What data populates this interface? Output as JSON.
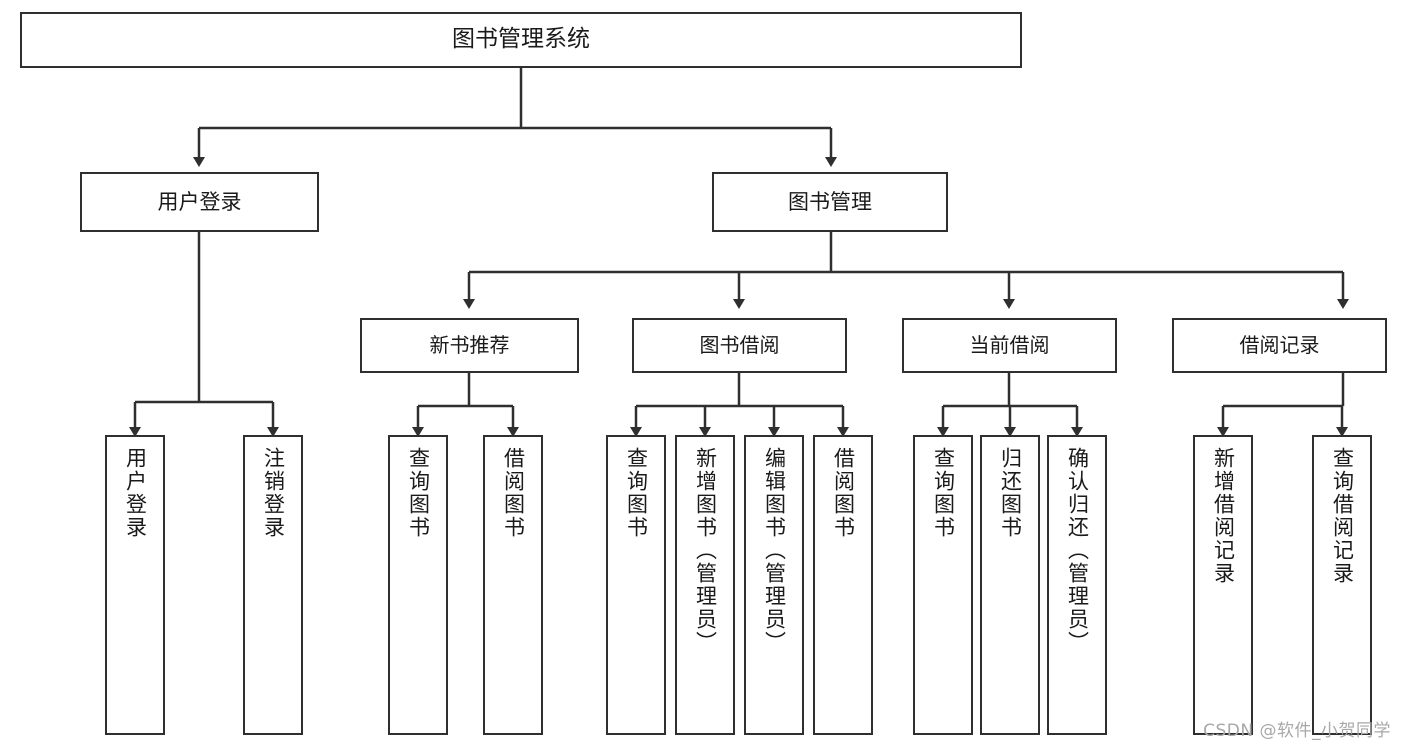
{
  "diagram": {
    "type": "tree",
    "title": "图书管理系统",
    "root": {
      "id": "root",
      "label": "图书管理系统"
    },
    "level2": [
      {
        "id": "user-login",
        "label": "用户登录"
      },
      {
        "id": "book-manage",
        "label": "图书管理"
      }
    ],
    "level3": [
      {
        "id": "new-book-recommend",
        "label": "新书推荐",
        "parent": "book-manage"
      },
      {
        "id": "book-borrow",
        "label": "图书借阅",
        "parent": "book-manage"
      },
      {
        "id": "current-borrow",
        "label": "当前借阅",
        "parent": "book-manage"
      },
      {
        "id": "borrow-record",
        "label": "借阅记录",
        "parent": "book-manage"
      }
    ],
    "leaves": {
      "user_login": [
        {
          "id": "leaf-user-login",
          "label": "用户登录"
        },
        {
          "id": "leaf-logout-login",
          "label": "注销登录"
        }
      ],
      "new_book_recommend": [
        {
          "id": "leaf-query-book-1",
          "label": "查询图书"
        },
        {
          "id": "leaf-borrow-book-1",
          "label": "借阅图书"
        }
      ],
      "book_borrow": [
        {
          "id": "leaf-query-book-2",
          "label": "查询图书"
        },
        {
          "id": "leaf-add-book",
          "label": "新增图书（管理员）"
        },
        {
          "id": "leaf-edit-book",
          "label": "编辑图书（管理员）"
        },
        {
          "id": "leaf-borrow-book-2",
          "label": "借阅图书"
        }
      ],
      "current_borrow": [
        {
          "id": "leaf-query-book-3",
          "label": "查询图书"
        },
        {
          "id": "leaf-return-book",
          "label": "归还图书"
        },
        {
          "id": "leaf-confirm-return",
          "label": "确认归还（管理员）"
        }
      ],
      "borrow_record": [
        {
          "id": "leaf-add-record",
          "label": "新增借阅记录"
        },
        {
          "id": "leaf-query-record",
          "label": "查询借阅记录"
        }
      ]
    }
  },
  "watermark": {
    "text": "CSDN @软件_小贺同学"
  },
  "colors": {
    "border": "#2f2f2f",
    "text": "#1a1a1a",
    "background": "#ffffff",
    "watermark": "#a8a8a8"
  }
}
